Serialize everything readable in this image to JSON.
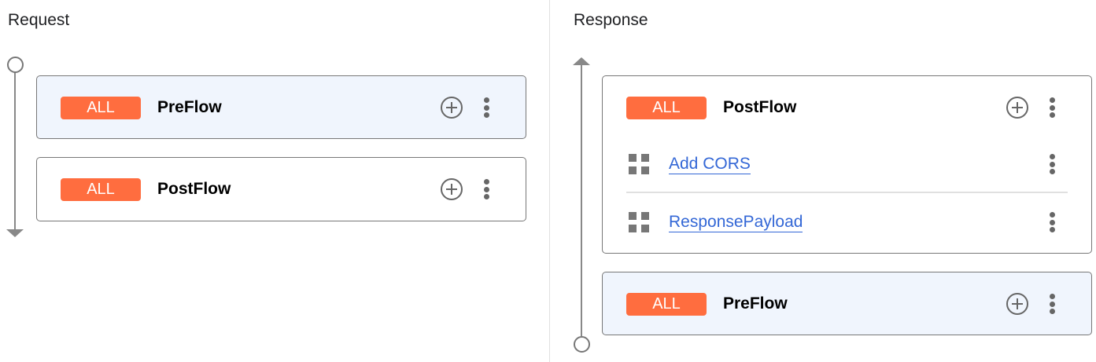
{
  "request": {
    "title": "Request",
    "flows": [
      {
        "badge": "ALL",
        "name": "PreFlow",
        "selected": true
      },
      {
        "badge": "ALL",
        "name": "PostFlow",
        "selected": false
      }
    ]
  },
  "response": {
    "title": "Response",
    "flows": [
      {
        "badge": "ALL",
        "name": "PostFlow",
        "selected": false,
        "policies": [
          "Add CORS",
          "ResponsePayload"
        ]
      },
      {
        "badge": "ALL",
        "name": "PreFlow",
        "selected": true
      }
    ]
  },
  "colors": {
    "badge": "#ff6d3f",
    "selected_bg": "#f0f5fd",
    "link": "#3367d6"
  }
}
